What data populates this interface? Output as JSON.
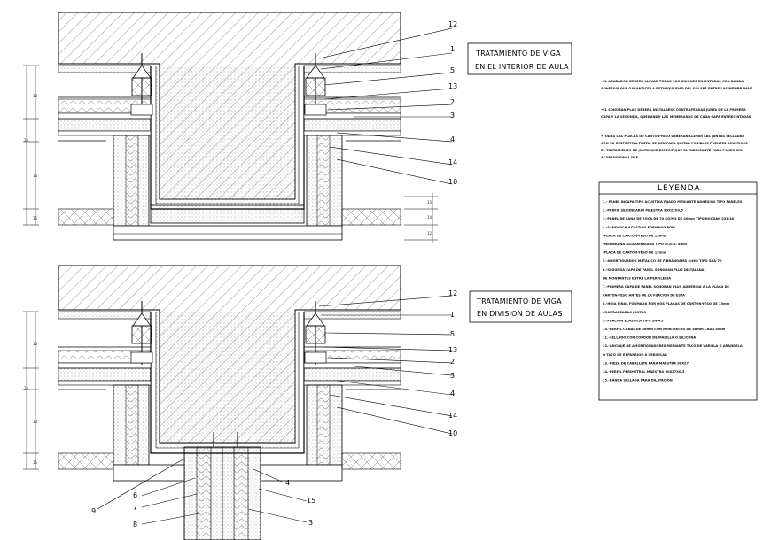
{
  "detail_top": {
    "title_line1": "TRATAMIENTO DE VIGA",
    "title_line2": "EN EL INTERIOR DE AULA",
    "callouts": [
      "12",
      "1",
      "5",
      "13",
      "2",
      "3",
      "4",
      "14",
      "10"
    ]
  },
  "detail_bottom": {
    "title_line1": "TRATAMIENTO DE VIGA",
    "title_line2": "EN DIVISION DE AULAS",
    "callouts_right": [
      "12",
      "1",
      "5",
      "13",
      "2",
      "3",
      "4",
      "14",
      "10"
    ],
    "callouts_bottom_left": [
      "9",
      "6",
      "7",
      "8"
    ],
    "callouts_bottom_right": [
      "4",
      "15",
      "3"
    ]
  },
  "notes": [
    [
      "•EL ACABADOR DEBERA LLEVAR TODAS SUS UNIONES ENCINTADAS CON BANDA",
      "ADHESIVA QUE GARANTICE LA ESTANQUEIDAD DEL SOLAPE ENTRE LAS MEMBRANAS"
    ],
    [
      "•EL SONOBAN PLUS DEBERA INSTALARSE CONTRAPEADAS JUNTA DE LA PRIMERA",
      "CAPA Y LA SEGUNDA, QUEDANDO LAS MEMBRANAS DE CADA CAPA ENTRECINTADAS"
    ],
    [
      "•TODAS LAS PLACAS DE CARTON-YESO DEBERAN LLEVAR LAS JUNTAS SELLADAS",
      "CON SU RESPECTIVA PASTA, SE DEN PARA QUITAR POSIBLES PUENTES ACUSTICOS",
      "EL TRATAMIENTO DE JUNTA QUE ESPECIFIQUE EL FABRICANTE PARA PONER SIN",
      "ACABADO FINAL DEF"
    ]
  ],
  "legend": {
    "title": "LEYENDA",
    "items": [
      "1.- PANEL INCAPA TIPO ACUSTIKA FIJADO MEDIANTE ADHESIVO TIPO PANELES",
      "2.-PERFIL SECUNDARIO MAESTRA 90X22X0,5",
      "3.-PANEL DE LANA DE ROCA DE 70 KG/M3 DE 40mm TIPO ROCDAN 231/40",
      "4.-SANDWICH ACUSTICO FORMADO POR:",
      "    -PLACA DE CARTON-YESO DE 13mm",
      "    -MEMBRANA ALTA DENSIDAD TIPO M.A.D. 4mm",
      "    -PLACA DE CARTON-YESO DE 13mm",
      "5.-AMORTIGUADOR METALICO DE FIBRANGAMA 4/4Hz TIPO SAA-70",
      "6.-SEGUNDA CAPA DE PANEL SONOBAN PLUS INSTALADA",
      "    DE MONTANTES ENTRE LA PERFILERIA",
      "7.-PRIMERA CAPA DE PANEL SONOBAN PLUS ADHERIDA A LA PLACA DE",
      "    CARTON-YESO ANTES DE LA FIJACION DE ESTA",
      "8.-HOJA FINAL FORMADA POR DOS PLACAS DE CARTON-YESO DE 13mm",
      "    CONTRAPEADAS JUNTAS",
      "9.-FIJACION ELASTICA TIPO SN-45",
      "10.-PERFIL CANAL DE 48mm CON MONTANTES DE 48mm CADA 40cm",
      "11.-SELLADO CON CORDON DE MASILLA O SILICONA",
      "12.-ANCLAJE DE AMORTIGUADORES MEDIANTE TACO DE VARILLA O ARANDELA",
      "    O TACO DE EXPANSION A VERIFICAR",
      "13.-PIEZA DE CABALLETE PARA MAESTRA 90X27",
      "14.-PERFIL PERIMETRAL MAESTRA 90X27X0,5",
      "15.-BANDA SELLADA PARA DILATACION"
    ]
  },
  "dims": {
    "top_left": [
      "25",
      "10",
      "13",
      "15"
    ],
    "top_right": [
      "13",
      "14",
      "12"
    ],
    "bottom_left": [
      "25",
      "10",
      "13",
      "15"
    ]
  }
}
